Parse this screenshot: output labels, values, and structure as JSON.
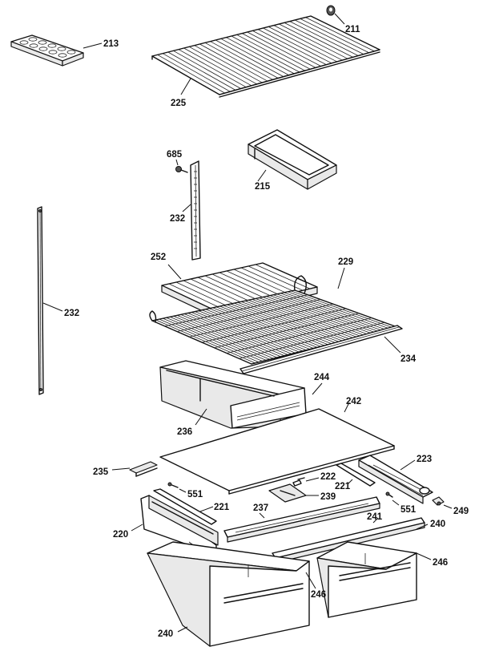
{
  "diagram": {
    "labels": {
      "l211": "211",
      "l213": "213",
      "l225": "225",
      "l685": "685",
      "l215": "215",
      "l232a": "232",
      "l232b": "232",
      "l252": "252",
      "l229": "229",
      "l234": "234",
      "l244": "244",
      "l236": "236",
      "l242": "242",
      "l223": "223",
      "l235": "235",
      "l222": "222",
      "l221a": "221",
      "l551a": "551",
      "l221b": "221",
      "l239": "239",
      "l237": "237",
      "l551b": "551",
      "l249": "249",
      "l220": "220",
      "l241": "241",
      "l240a": "240",
      "l246a": "246",
      "l246b": "246",
      "l240b": "240"
    }
  }
}
